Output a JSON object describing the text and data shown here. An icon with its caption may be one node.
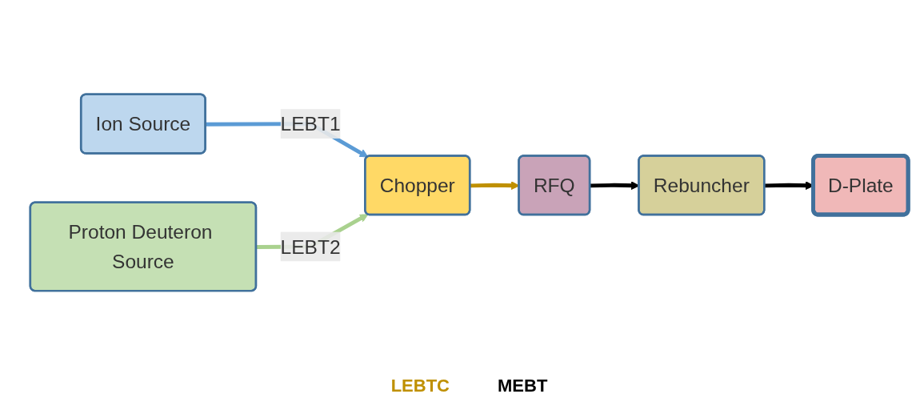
{
  "diagram": {
    "nodes": [
      {
        "text": [
          "Ion Source"
        ]
      },
      {
        "text": [
          "Proton Deuteron Source"
        ]
      },
      {
        "text": [
          "Chopper"
        ]
      },
      {
        "text": [
          "RFQ"
        ]
      },
      {
        "text": [
          "Rebuncher"
        ]
      },
      {
        "text": [
          "D-Plate"
        ]
      }
    ],
    "edges": [
      {
        "from": 0,
        "to": 2,
        "arrow": "to",
        "label": "LEBT1",
        "color": "#5b9bd5"
      },
      {
        "from": 1,
        "to": 2,
        "arrow": "to",
        "label": "LEBT2",
        "color": "#a9d18e"
      },
      {
        "from": 2,
        "to": 3,
        "arrow": "to",
        "color": "#bf9000"
      },
      {
        "from": 3,
        "to": 4,
        "arrow": "to"
      },
      {
        "from": 4,
        "to": 5,
        "arrow": "to"
      }
    ],
    "labels": [
      "LEBTC",
      "MEBT"
    ]
  }
}
